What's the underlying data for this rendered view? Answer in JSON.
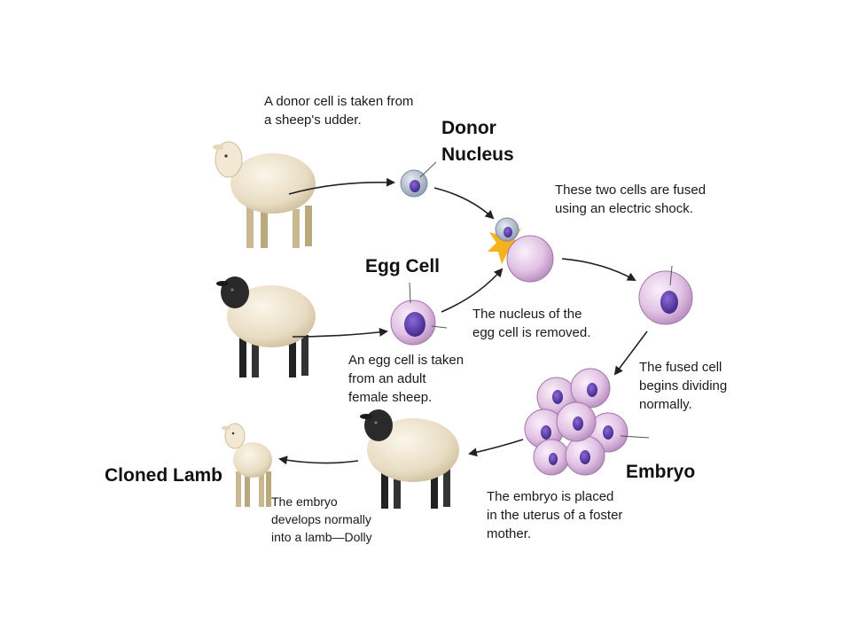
{
  "headings": {
    "donor_nucleus": [
      "Donor",
      "Nucleus"
    ],
    "egg_cell": "Egg Cell",
    "embryo": "Embryo",
    "cloned_lamb": "Cloned Lamb"
  },
  "captions": {
    "donor_cell": [
      "A donor cell is taken from",
      "a sheep's udder."
    ],
    "fused": [
      "These two cells are fused",
      "using an electric shock."
    ],
    "nucleus_removed": [
      "The nucleus of the",
      "egg cell is removed."
    ],
    "egg_taken": [
      "An egg cell is taken",
      "from an adult",
      "female sheep."
    ],
    "dividing": [
      "The fused cell",
      "begins dividing",
      "normally."
    ],
    "placed": [
      "The embryo is placed",
      "in the uterus of a foster",
      "mother."
    ],
    "develops": [
      "The embryo",
      "develops normally",
      "into a lamb—Dolly"
    ]
  },
  "colors": {
    "wool_white": "#efe6d2",
    "wool_black_face": "#2a2a2a",
    "egg_pink": "#e6c6e6",
    "nucleus_purple": "#5a3aa8",
    "donor_cell_blue": "#b9c3d2",
    "spark_orange": "#f6b21a",
    "arrow": "#222222"
  }
}
